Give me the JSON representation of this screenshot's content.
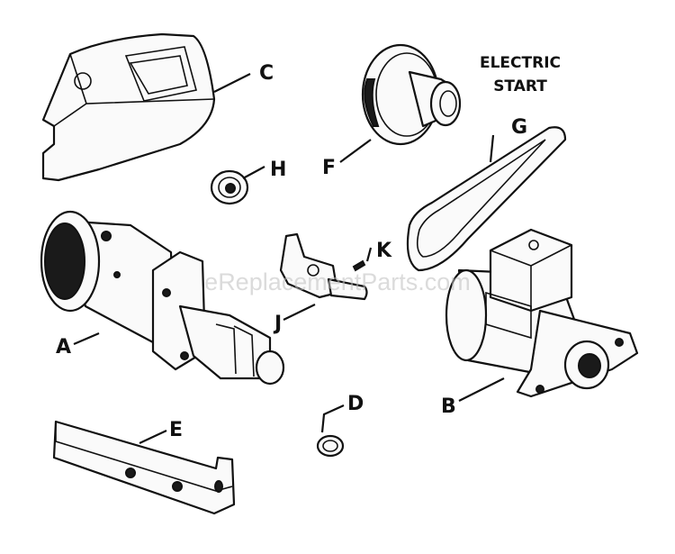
{
  "title": {
    "line1": "ELECTRIC",
    "line2": "START"
  },
  "watermark": "eReplacementParts.com",
  "labels": {
    "a": "A",
    "b": "B",
    "c": "C",
    "d": "D",
    "e": "E",
    "f": "F",
    "g": "G",
    "h": "H",
    "j": "J",
    "k": "K"
  }
}
